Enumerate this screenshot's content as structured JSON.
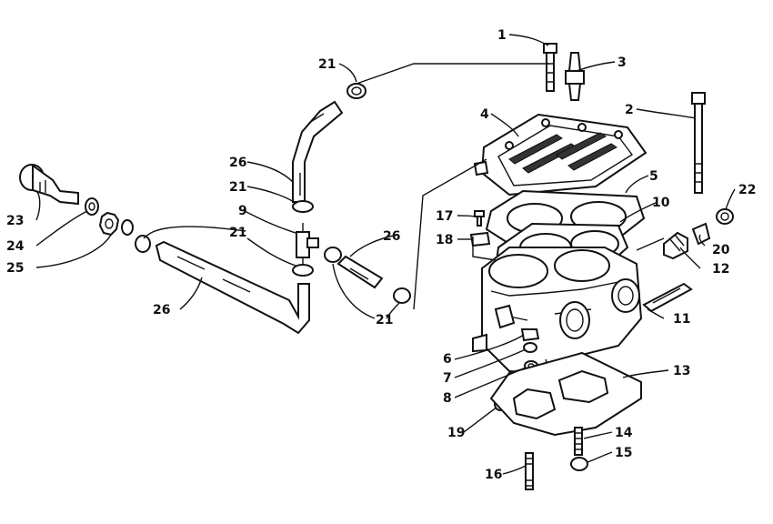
{
  "diagram": {
    "callouts": [
      "1",
      "2",
      "3",
      "4",
      "5",
      "6",
      "7",
      "8",
      "9",
      "10",
      "11",
      "12",
      "13",
      "14",
      "15",
      "16",
      "17",
      "18",
      "19",
      "20",
      "21",
      "21",
      "21",
      "21",
      "22",
      "23",
      "24",
      "25",
      "26",
      "26",
      "26"
    ]
  }
}
